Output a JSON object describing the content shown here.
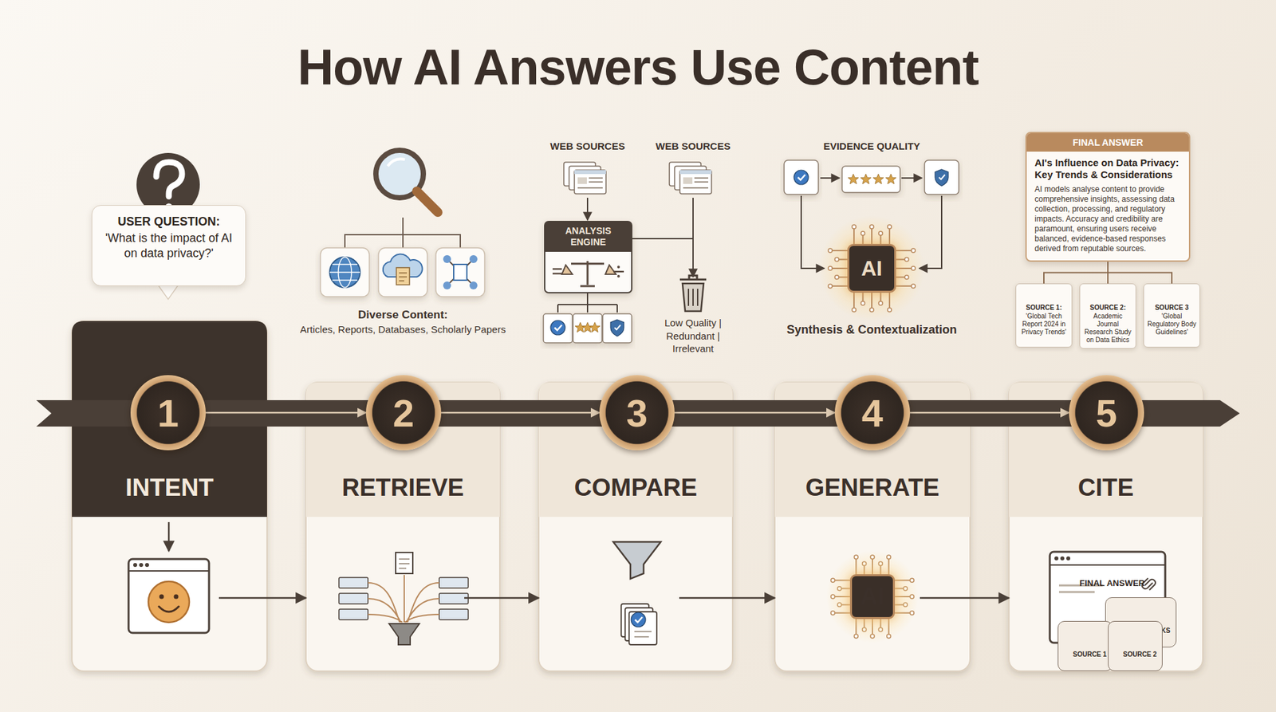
{
  "diagram": {
    "title": "How AI Answers Use Content",
    "nodes": [
      {
        "text": [
          "USER QUESTION:",
          "'What is the impact of AI on data privacy?'"
        ]
      },
      {
        "text": [
          "ANALYSIS ENGINE"
        ]
      },
      {
        "text": [
          "AI"
        ]
      },
      {
        "text": [
          "FINAL ANSWER",
          "AI's Influence on Data Privacy: Key Trends & Considerations",
          "AI models analyse content to provide comprehensive insights, assessing data collection, processing, and regulatory impacts. Accuracy and credibility are paramount, ensuring users receive balanced, evidence-based responses derived from reputable sources."
        ]
      },
      {
        "text": [
          "SOURCE 1:",
          "'Global Tech Report 2024 in Privacy Trends'"
        ]
      },
      {
        "text": [
          "SOURCE 2:",
          "Academic Journal Research Study on Data Ethics"
        ]
      },
      {
        "text": [
          "SOURCE 3",
          "'Global Regulatory Body Guidelines'"
        ]
      },
      {
        "text": [
          "1"
        ]
      },
      {
        "text": [
          "2"
        ]
      },
      {
        "text": [
          "3"
        ]
      },
      {
        "text": [
          "4"
        ]
      },
      {
        "text": [
          "5"
        ]
      },
      {
        "text": [
          "INTENT"
        ]
      },
      {
        "text": [
          "RETRIEVE"
        ]
      },
      {
        "text": [
          "COMPARE"
        ]
      },
      {
        "text": [
          "GENERATE"
        ]
      },
      {
        "text": [
          "AI"
        ],
        "in": 15
      },
      {
        "text": [
          "CITE"
        ]
      },
      {
        "text": [
          "FINAL ANSWER"
        ],
        "in": 17
      },
      {
        "text": [
          "SOURCE LINKS"
        ],
        "in": 18
      },
      {
        "text": [
          "SOURCE 1"
        ],
        "in": 18
      },
      {
        "text": [
          "SOURCE 2"
        ],
        "in": 18
      }
    ],
    "edges": [
      {
        "from": 3,
        "to": 4,
        "arrow": "none"
      },
      {
        "from": 3,
        "to": 5,
        "arrow": "none"
      },
      {
        "from": 3,
        "to": 6,
        "arrow": "none"
      },
      {
        "from": 7,
        "to": 8,
        "arrow": "to"
      },
      {
        "from": 8,
        "to": 9,
        "arrow": "to"
      },
      {
        "from": 9,
        "to": 10,
        "arrow": "to"
      },
      {
        "from": 10,
        "to": 11,
        "arrow": "to"
      },
      {
        "from": 12,
        "to": 13,
        "arrow": "to"
      },
      {
        "from": 13,
        "to": 14,
        "arrow": "to"
      },
      {
        "from": 14,
        "to": 15,
        "arrow": "to"
      },
      {
        "from": 15,
        "to": 17,
        "arrow": "to"
      }
    ],
    "labels": [
      "Diverse Content:",
      "Articles, Reports, Databases, Scholarly Papers",
      "WEB SOURCES",
      "WEB SOURCES",
      "Low Quality | Redundant | Irrelevant",
      "EVIDENCE QUALITY",
      "Synthesis & Contextualization"
    ]
  }
}
